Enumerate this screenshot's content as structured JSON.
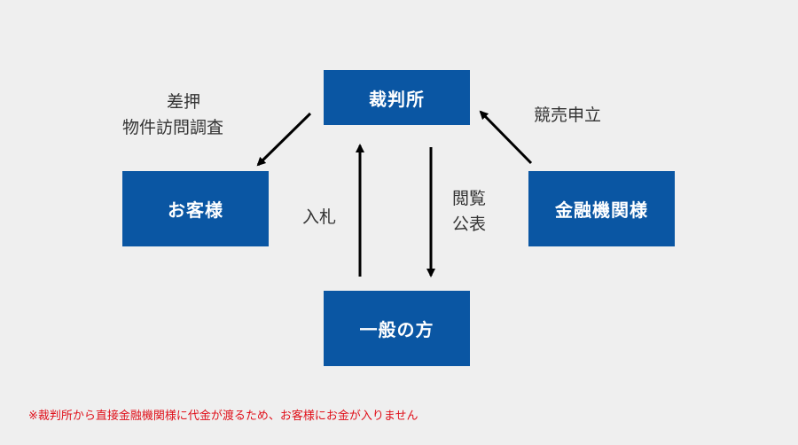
{
  "nodes": {
    "court": "裁判所",
    "customer": "お客様",
    "bank": "金融機関様",
    "public": "一般の方"
  },
  "labels": {
    "seize_line1": "差押",
    "seize_line2": "物件訪問調査",
    "petition": "競売申立",
    "bid": "入札",
    "view_line1": "閲覧",
    "view_line2": "公表"
  },
  "note": "※裁判所から直接金融機関様に代金が渡るため、お客様にお金が入りません",
  "colors": {
    "node_fill": "#0a56a3",
    "node_text": "#ffffff",
    "arrow": "#000000",
    "note_text": "#e0101a",
    "background": "#efefef"
  }
}
